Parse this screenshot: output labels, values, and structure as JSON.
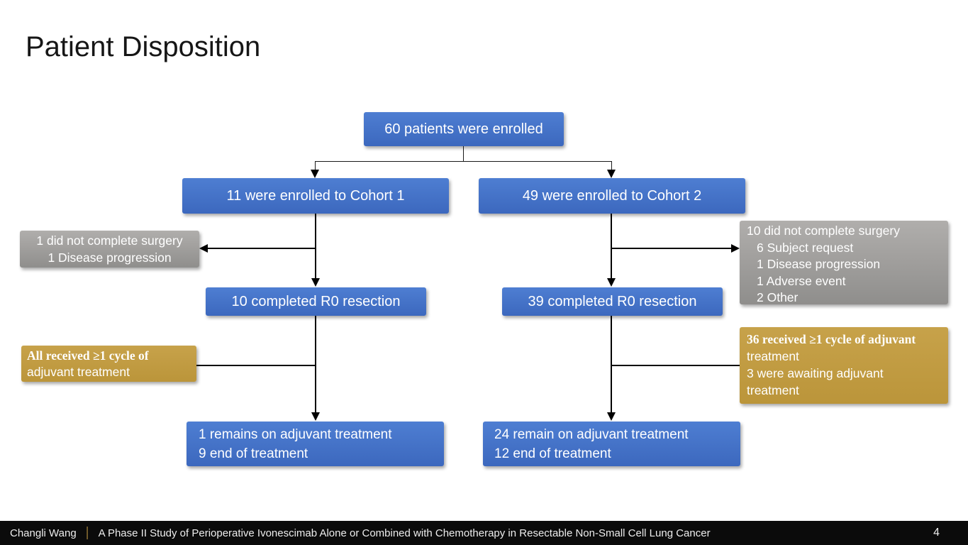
{
  "slide": {
    "title": "Patient Disposition"
  },
  "flow": {
    "enrolled": {
      "label": "60 patients were enrolled"
    },
    "cohort1": {
      "label": "11 were enrolled to Cohort 1"
    },
    "cohort2": {
      "label": "49 were enrolled to Cohort 2"
    },
    "cohort1_no_surgery": {
      "lines": [
        "1 did not complete surgery",
        "1 Disease progression"
      ]
    },
    "cohort2_no_surgery": {
      "header": "10 did not complete surgery",
      "reasons": [
        "6 Subject request",
        "1 Disease progression",
        "1 Adverse event",
        "2 Other"
      ]
    },
    "cohort1_r0": {
      "label": "10 completed R0 resection"
    },
    "cohort2_r0": {
      "label": "39 completed R0 resection"
    },
    "cohort1_adjuvant": {
      "bold_line": "All received ≥1 cycle of",
      "lines": [
        "adjuvant treatment"
      ]
    },
    "cohort2_adjuvant": {
      "bold_line": "36 received ≥1 cycle of adjuvant",
      "lines": [
        "treatment",
        "3 were awaiting adjuvant",
        "treatment"
      ]
    },
    "cohort1_outcome": {
      "lines": [
        "1 remains on adjuvant treatment",
        "9 end of treatment"
      ]
    },
    "cohort2_outcome": {
      "lines": [
        "24 remain on adjuvant treatment",
        "12 end of treatment"
      ]
    }
  },
  "footer": {
    "author": "Changli Wang",
    "divider": "|",
    "study_title": "A Phase II Study of Perioperative Ivonescimab Alone or Combined with Chemotherapy in Resectable Non-Small Cell Lung Cancer",
    "page_number": "4"
  },
  "colors": {
    "box_blue_top": "#4e7ed2",
    "box_blue_bottom": "#3c68be",
    "box_gray_top": "#b0aeac",
    "box_gray_bottom": "#8f8e8c",
    "box_gold_top": "#c7a24a",
    "box_gold_bottom": "#bb953a",
    "footer_bg": "#0b0b0b",
    "footer_divider": "#8a6d33"
  }
}
